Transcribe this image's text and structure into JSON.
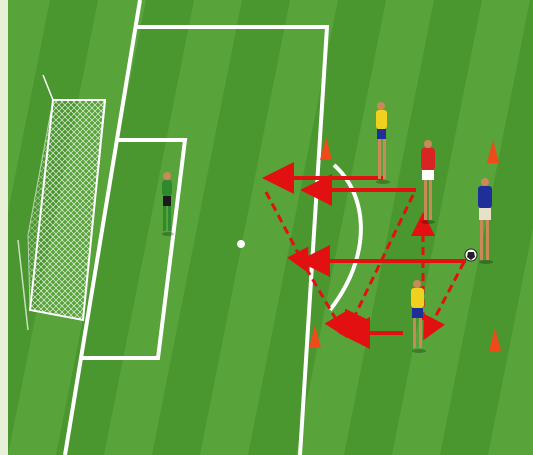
{
  "colors": {
    "frame": "#e8f0d8",
    "grass_light": "#58a33a",
    "grass_dark": "#4a962f",
    "lines": "#ffffff",
    "arrow": "#e21010",
    "cone": "#ef4a1a",
    "goalkeeper_kit": "#2f8a2f",
    "team_yellow": "#f0d21e",
    "team_red": "#d92424",
    "team_blue": "#1f2f9a"
  },
  "diagram": {
    "elements": [
      "goal-net",
      "penalty-area",
      "goal-area",
      "penalty-arc",
      "penalty-spot",
      "goalkeeper",
      "player-yellow-top",
      "player-red",
      "player-blue",
      "player-yellow-bottom",
      "ball",
      "cones",
      "pass-arrows",
      "run-arrows"
    ],
    "cone_count": 4,
    "player_count": 5
  }
}
